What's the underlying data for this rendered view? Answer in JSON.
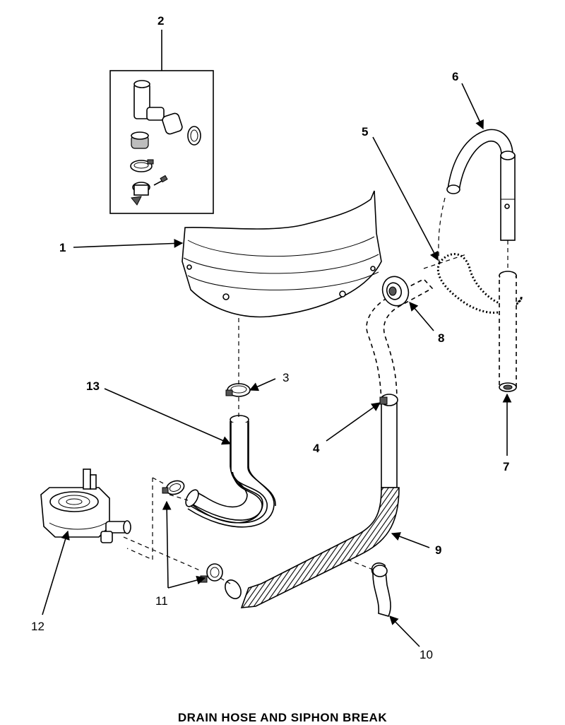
{
  "callouts": {
    "c1": "1",
    "c2": "2",
    "c3": "3",
    "c4": "4",
    "c5": "5",
    "c6": "6",
    "c7": "7",
    "c8": "8",
    "c9": "9",
    "c10": "10",
    "c11": "11",
    "c12": "12",
    "c13": "13"
  },
  "footer": {
    "title": "DRAIN HOSE AND SIPHON BREAK"
  }
}
